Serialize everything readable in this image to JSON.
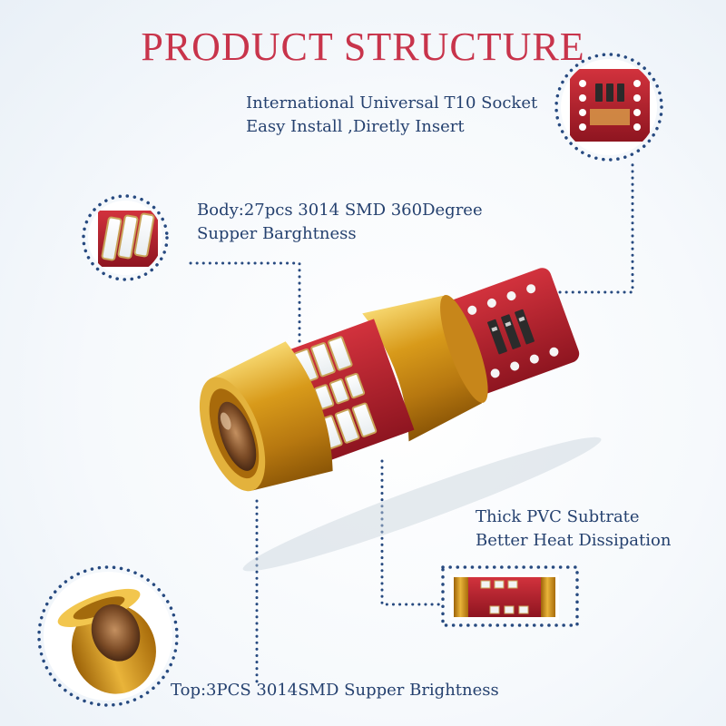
{
  "title": "PRODUCT  STRUCTURE",
  "callouts": {
    "socket": {
      "line1": "International Universal T10 Socket",
      "line2": "Easy Install ,Diretly Insert"
    },
    "body": {
      "line1": "Body:27pcs 3014 SMD 360Degree",
      "line2": "Supper Barghtness"
    },
    "substrate": {
      "line1": "Thick PVC Subtrate",
      "line2": "Better Heat Dissipation"
    },
    "top": {
      "line1": "Top:3PCS 3014SMD Supper Brightness"
    }
  },
  "colors": {
    "title": "#c8344b",
    "text": "#25416f",
    "dots": "#274a80",
    "gold": "#d49a1c",
    "pcb": "#b3222e"
  }
}
